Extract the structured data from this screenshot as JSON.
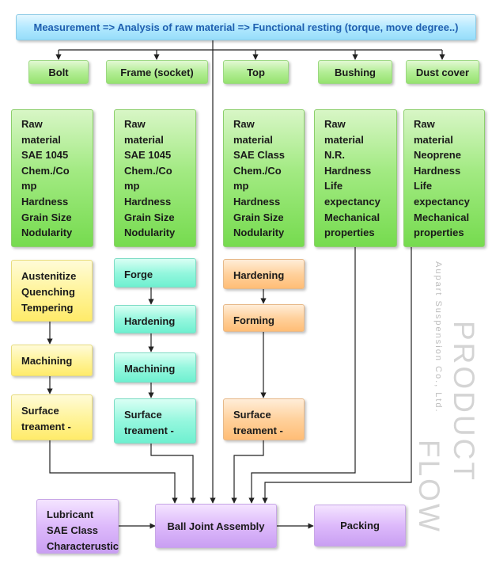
{
  "header": "Measurement => Analysis of raw material => Functional resting (torque, move degree..)",
  "categories": [
    "Bolt",
    "Frame (socket)",
    "Top",
    "Bushing",
    "Dust cover"
  ],
  "specs": [
    "Raw\nmaterial\nSAE 1045\nChem./Co\nmp\nHardness\nGrain Size\nNodularity",
    "Raw\nmaterial\nSAE 1045\nChem./Co\nmp\nHardness\nGrain Size\nNodularity",
    "Raw\nmaterial\nSAE Class\nChem./Co\nmp\nHardness\nGrain Size\nNodularity",
    "Raw\nmaterial\nN.R.\nHardness\nLife\nexpectancy\nMechanical\nproperties",
    "Raw\nmaterial\nNeoprene\nHardness\nLife\nexpectancy\nMechanical\nproperties"
  ],
  "process": {
    "bolt": [
      "Austenitize\nQuenching\nTempering",
      "Machining",
      "Surface\ntreament -"
    ],
    "frame": [
      "Forge",
      "Hardening",
      "Machining",
      "Surface\ntreament -"
    ],
    "top": [
      "Hardening",
      "Forming",
      "Surface\ntreament -"
    ]
  },
  "lubricant": "Lubricant\nSAE Class\nCharacterustic",
  "assembly": "Ball Joint Assembly",
  "packing": "Packing",
  "watermark": {
    "company": "Aupart Suspension Co., Ltd.",
    "word1": "PRODUCT",
    "word2": "FLOW"
  }
}
